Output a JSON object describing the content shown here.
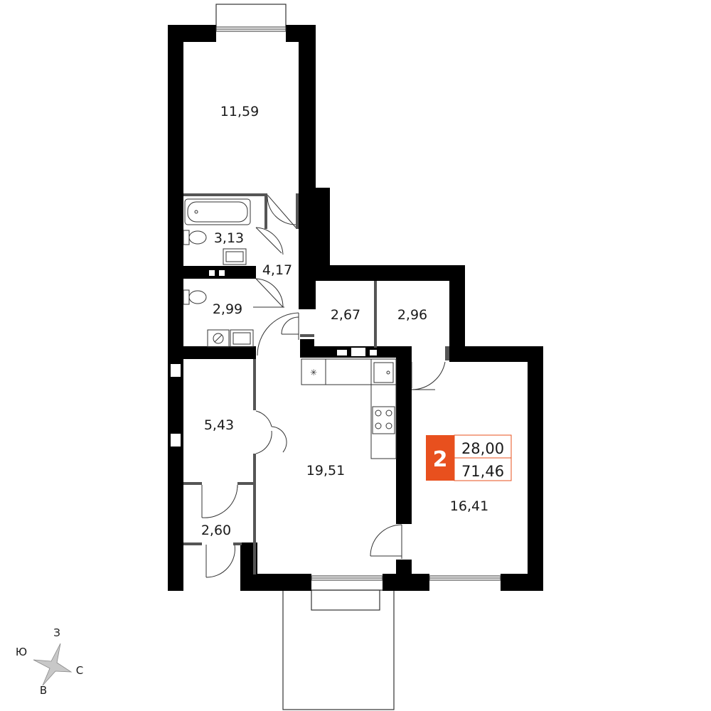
{
  "rooms": [
    {
      "id": "bedroom-top",
      "area": "11,59"
    },
    {
      "id": "bathroom",
      "area": "3,13"
    },
    {
      "id": "corridor",
      "area": "4,17"
    },
    {
      "id": "toilet",
      "area": "2,99"
    },
    {
      "id": "storage-1",
      "area": "2,67"
    },
    {
      "id": "storage-2",
      "area": "2,96"
    },
    {
      "id": "hall",
      "area": "5,43"
    },
    {
      "id": "living-kitchen",
      "area": "19,51"
    },
    {
      "id": "bedroom-right",
      "area": "16,41"
    },
    {
      "id": "wardrobe",
      "area": "2,60"
    }
  ],
  "badge": {
    "rooms_count": "2",
    "living_area": "28,00",
    "total_area": "71,46",
    "accent": "#e8501e"
  },
  "compass": {
    "north": "З",
    "east": "С",
    "south": "В",
    "west": "Ю"
  },
  "colors": {
    "wall": "#000000",
    "partition": "#555555",
    "line": "#333333"
  }
}
